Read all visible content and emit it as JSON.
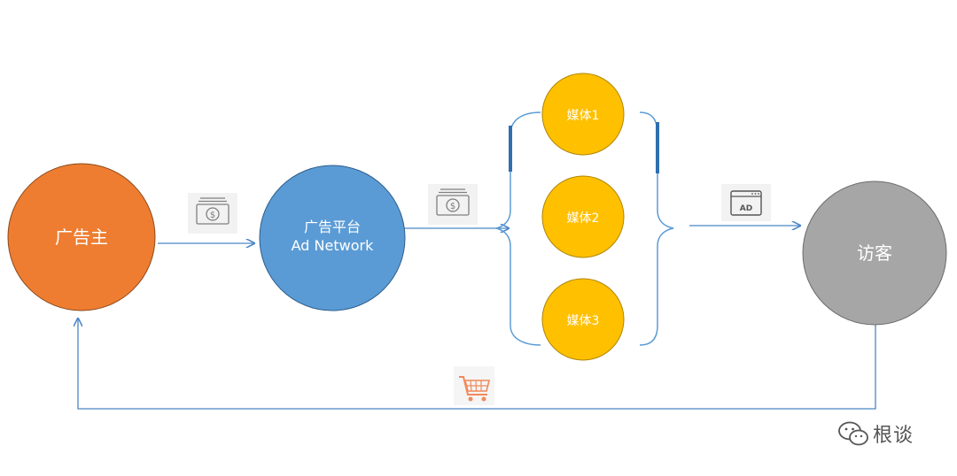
{
  "nodes": {
    "advertiser": {
      "label": "广告主",
      "color": "#EE7D31"
    },
    "platform": {
      "label_line1": "广告平台",
      "label_line2": "Ad Network",
      "color": "#5B9BD5"
    },
    "media1": {
      "label": "媒体1",
      "color": "#FFC000"
    },
    "media2": {
      "label": "媒体2",
      "color": "#FFC000"
    },
    "media3": {
      "label": "媒体3",
      "color": "#FFC000"
    },
    "visitor": {
      "label": "访客",
      "color": "#A6A6A6"
    }
  },
  "icons": {
    "payment_1": "money-icon",
    "payment_2": "money-icon",
    "ad": "ad-icon",
    "purchase": "shopping-cart-icon"
  },
  "colors": {
    "connector": "#4A86C5",
    "cart": "#F08A5D",
    "icon": "#7F7F7F"
  },
  "watermark": {
    "text": "根谈"
  }
}
